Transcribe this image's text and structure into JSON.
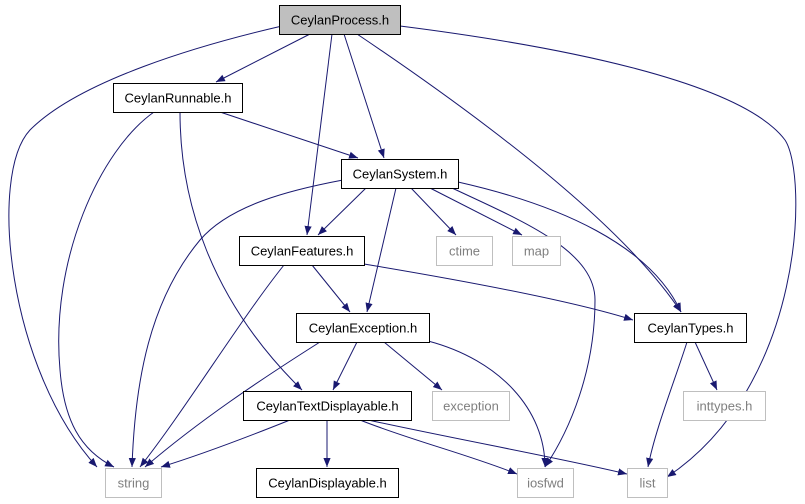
{
  "colors": {
    "edge": "#191970",
    "highlight_fill": "#bfbfbf",
    "node_border": "#000000",
    "external_border": "#bfbfbf",
    "external_text": "#7f7f7f",
    "text": "#000000"
  },
  "nodes": [
    {
      "id": "ceylan-process",
      "label": "CeylanProcess.h",
      "kind": "highlight"
    },
    {
      "id": "ceylan-runnable",
      "label": "CeylanRunnable.h",
      "kind": "normal"
    },
    {
      "id": "ceylan-system",
      "label": "CeylanSystem.h",
      "kind": "normal"
    },
    {
      "id": "ceylan-features",
      "label": "CeylanFeatures.h",
      "kind": "normal"
    },
    {
      "id": "ctime",
      "label": "ctime",
      "kind": "external"
    },
    {
      "id": "map",
      "label": "map",
      "kind": "external"
    },
    {
      "id": "ceylan-exception",
      "label": "CeylanException.h",
      "kind": "normal"
    },
    {
      "id": "ceylan-types",
      "label": "CeylanTypes.h",
      "kind": "normal"
    },
    {
      "id": "ceylan-text-displayable",
      "label": "CeylanTextDisplayable.h",
      "kind": "normal"
    },
    {
      "id": "exception",
      "label": "exception",
      "kind": "external"
    },
    {
      "id": "inttypes",
      "label": "inttypes.h",
      "kind": "external"
    },
    {
      "id": "string",
      "label": "string",
      "kind": "external"
    },
    {
      "id": "ceylan-displayable",
      "label": "CeylanDisplayable.h",
      "kind": "normal"
    },
    {
      "id": "iosfwd",
      "label": "iosfwd",
      "kind": "external"
    },
    {
      "id": "list",
      "label": "list",
      "kind": "external"
    }
  ],
  "edges": [
    {
      "from": "ceylan-process",
      "to": "ceylan-runnable"
    },
    {
      "from": "ceylan-process",
      "to": "ceylan-system"
    },
    {
      "from": "ceylan-process",
      "to": "ceylan-features"
    },
    {
      "from": "ceylan-process",
      "to": "ceylan-types"
    },
    {
      "from": "ceylan-process",
      "to": "string"
    },
    {
      "from": "ceylan-process",
      "to": "list"
    },
    {
      "from": "ceylan-runnable",
      "to": "ceylan-system"
    },
    {
      "from": "ceylan-runnable",
      "to": "string"
    },
    {
      "from": "ceylan-runnable",
      "to": "ceylan-text-displayable"
    },
    {
      "from": "ceylan-system",
      "to": "ceylan-features"
    },
    {
      "from": "ceylan-system",
      "to": "ctime"
    },
    {
      "from": "ceylan-system",
      "to": "map"
    },
    {
      "from": "ceylan-system",
      "to": "ceylan-exception"
    },
    {
      "from": "ceylan-system",
      "to": "ceylan-types"
    },
    {
      "from": "ceylan-system",
      "to": "string"
    },
    {
      "from": "ceylan-system",
      "to": "iosfwd"
    },
    {
      "from": "ceylan-features",
      "to": "ceylan-exception"
    },
    {
      "from": "ceylan-features",
      "to": "ceylan-types"
    },
    {
      "from": "ceylan-features",
      "to": "string"
    },
    {
      "from": "ceylan-exception",
      "to": "ceylan-text-displayable"
    },
    {
      "from": "ceylan-exception",
      "to": "exception"
    },
    {
      "from": "ceylan-exception",
      "to": "string"
    },
    {
      "from": "ceylan-exception",
      "to": "iosfwd"
    },
    {
      "from": "ceylan-types",
      "to": "inttypes"
    },
    {
      "from": "ceylan-types",
      "to": "list"
    },
    {
      "from": "ceylan-text-displayable",
      "to": "ceylan-displayable"
    },
    {
      "from": "ceylan-text-displayable",
      "to": "string"
    },
    {
      "from": "ceylan-text-displayable",
      "to": "iosfwd"
    },
    {
      "from": "ceylan-text-displayable",
      "to": "list"
    }
  ]
}
